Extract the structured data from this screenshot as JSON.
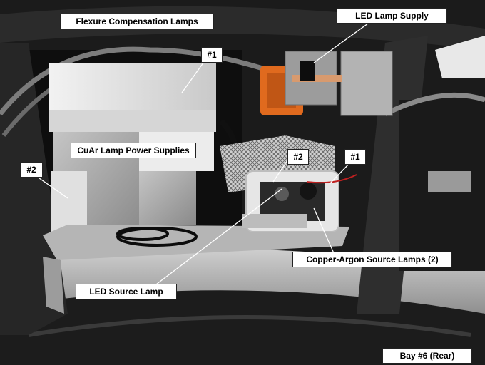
{
  "labels": {
    "flexure": "Flexure Compensation Lamps",
    "led_supply": "LED Lamp Supply",
    "flexure_n1": "#1",
    "cuar_supplies": "CuAr Lamp Power Supplies",
    "flexure_n2": "#2",
    "cuar_n2": "#2",
    "cuar_n1": "#1",
    "copper_argon": "Copper-Argon Source Lamps (2)",
    "led_source": "LED Source Lamp",
    "bay": "Bay #6 (Rear)"
  },
  "colors": {
    "frame": "#2a2a2a",
    "panel_white": "#dcdcdc",
    "aluminum": "#a7a7a7",
    "orange_box": "#e06a1e",
    "foam": "#d8d8d8"
  }
}
